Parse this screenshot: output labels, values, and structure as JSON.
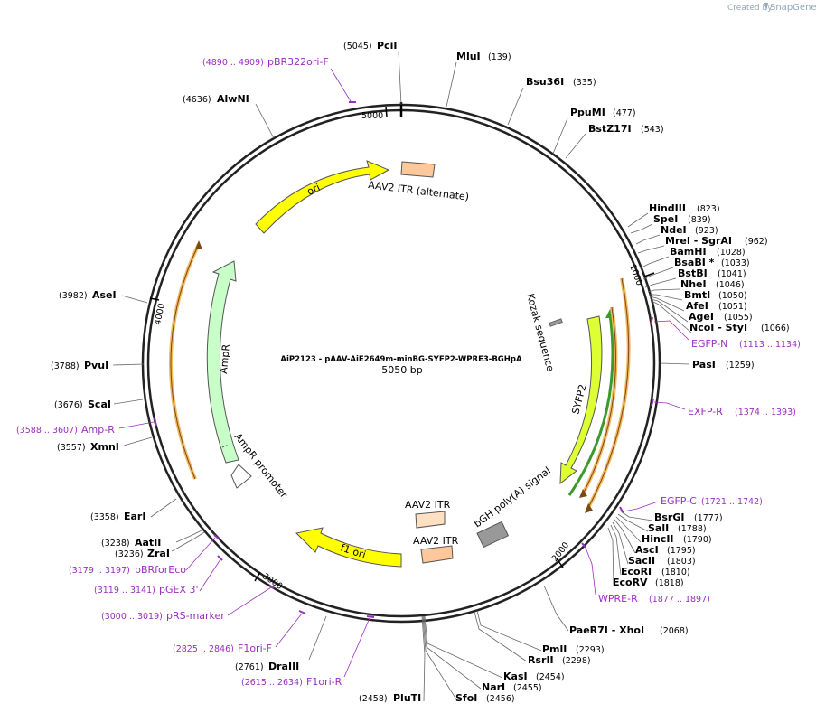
{
  "branding": {
    "created_by": "Created by",
    "product": "SnapGene"
  },
  "plasmid": {
    "name": "AiP2123 - pAAV-AiE2649m-minBG-SYFP2-WPRE3-BGHpA",
    "size_label": "5050 bp",
    "length": 5050
  },
  "ticks": [
    {
      "pos": 1000,
      "label": "1000"
    },
    {
      "pos": 2000,
      "label": "2000"
    },
    {
      "pos": 3000,
      "label": "3000"
    },
    {
      "pos": 4000,
      "label": "4000"
    },
    {
      "pos": 5000,
      "label": "5000"
    }
  ],
  "enzymes": [
    {
      "name": "PciI",
      "pos": "(5045)",
      "side": "L"
    },
    {
      "name": "MluI",
      "pos": "(139)",
      "side": "R"
    },
    {
      "name": "Bsu36I",
      "pos": "(335)",
      "side": "R"
    },
    {
      "name": "PpuMI",
      "pos": "(477)",
      "side": "R"
    },
    {
      "name": "BstZ17I",
      "pos": "(543)",
      "side": "R"
    },
    {
      "name": "HindIII",
      "pos": "(823)",
      "side": "R"
    },
    {
      "name": "SpeI",
      "pos": "(839)",
      "side": "R"
    },
    {
      "name": "NdeI",
      "pos": "(923)",
      "side": "R"
    },
    {
      "name": "MreI - SgrAI",
      "pos": "(962)",
      "side": "R"
    },
    {
      "name": "BamHI",
      "pos": "(1028)",
      "side": "R"
    },
    {
      "name": "BsaBI *",
      "pos": "(1033)",
      "side": "R"
    },
    {
      "name": "BstBI",
      "pos": "(1041)",
      "side": "R"
    },
    {
      "name": "NheI",
      "pos": "(1046)",
      "side": "R"
    },
    {
      "name": "BmtI",
      "pos": "(1050)",
      "side": "R"
    },
    {
      "name": "AfeI",
      "pos": "(1051)",
      "side": "R"
    },
    {
      "name": "AgeI",
      "pos": "(1055)",
      "side": "R"
    },
    {
      "name": "NcoI - StyI",
      "pos": "(1066)",
      "side": "R"
    },
    {
      "name": "PasI",
      "pos": "(1259)",
      "side": "R"
    },
    {
      "name": "BsrGI",
      "pos": "(1777)",
      "side": "R"
    },
    {
      "name": "SalI",
      "pos": "(1788)",
      "side": "R"
    },
    {
      "name": "HincII",
      "pos": "(1790)",
      "side": "R"
    },
    {
      "name": "AscI",
      "pos": "(1795)",
      "side": "R"
    },
    {
      "name": "SacII",
      "pos": "(1803)",
      "side": "R"
    },
    {
      "name": "EcoRI",
      "pos": "(1810)",
      "side": "R"
    },
    {
      "name": "EcoRV",
      "pos": "(1818)",
      "side": "R"
    },
    {
      "name": "PaeR7I - XhoI",
      "pos": "(2068)",
      "side": "R"
    },
    {
      "name": "PmlI",
      "pos": "(2293)",
      "side": "L"
    },
    {
      "name": "RsrII",
      "pos": "(2298)",
      "side": "L"
    },
    {
      "name": "KasI",
      "pos": "(2454)",
      "side": "L"
    },
    {
      "name": "NarI",
      "pos": "(2455)",
      "side": "L"
    },
    {
      "name": "SfoI",
      "pos": "(2456)",
      "side": "L"
    },
    {
      "name": "PluTI",
      "pos": "(2458)",
      "side": "L"
    },
    {
      "name": "DraIII",
      "pos": "(2761)",
      "side": "L"
    },
    {
      "name": "ZraI",
      "pos": "(3236)",
      "side": "L"
    },
    {
      "name": "AatII",
      "pos": "(3238)",
      "side": "L"
    },
    {
      "name": "EarI",
      "pos": "(3358)",
      "side": "L"
    },
    {
      "name": "XmnI",
      "pos": "(3557)",
      "side": "L"
    },
    {
      "name": "ScaI",
      "pos": "(3676)",
      "side": "L"
    },
    {
      "name": "PvuI",
      "pos": "(3788)",
      "side": "L"
    },
    {
      "name": "AseI",
      "pos": "(3982)",
      "side": "L"
    },
    {
      "name": "AlwNI",
      "pos": "(4636)",
      "side": "L"
    }
  ],
  "primers": [
    {
      "name": "pBR322ori-F",
      "range": "(4890 .. 4909)",
      "side": "L"
    },
    {
      "name": "EGFP-N",
      "range": "(1113 .. 1134)",
      "side": "R"
    },
    {
      "name": "EXFP-R",
      "range": "(1374 .. 1393)",
      "side": "R"
    },
    {
      "name": "EGFP-C",
      "range": "(1721 .. 1742)",
      "side": "R"
    },
    {
      "name": "WPRE-R",
      "range": "(1877 .. 1897)",
      "side": "R"
    },
    {
      "name": "Amp-R",
      "range": "(3588 .. 3607)",
      "side": "L"
    },
    {
      "name": "pBRforEco",
      "range": "(3179 .. 3197)",
      "side": "L"
    },
    {
      "name": "pGEX 3'",
      "range": "(3119 .. 3141)",
      "side": "L"
    },
    {
      "name": "pRS-marker",
      "range": "(3000 .. 3019)",
      "side": "L"
    },
    {
      "name": "F1ori-F",
      "range": "(2825 .. 2846)",
      "side": "L"
    },
    {
      "name": "F1ori-R",
      "range": "(2615 .. 2634)",
      "side": "L"
    }
  ],
  "features": [
    {
      "name": "ori",
      "color": "#ffff00"
    },
    {
      "name": "AAV2 ITR (alternate)",
      "color": "#ffc89a"
    },
    {
      "name": "Kozak sequence",
      "color": "#999999"
    },
    {
      "name": "SYFP2",
      "color": "#ddff33"
    },
    {
      "name": "bGH poly(A) signal",
      "color": "#999999"
    },
    {
      "name": "AAV2 ITR",
      "color": "#ffe0c0"
    },
    {
      "name": "AAV2 ITR",
      "color": "#ffc89a"
    },
    {
      "name": "f1 ori",
      "color": "#ffff00"
    },
    {
      "name": "AmpR",
      "color": "#c8ffc8"
    },
    {
      "name": "AmpR promoter",
      "color": "#ffffff"
    }
  ],
  "colors": {
    "backbone": "#222222",
    "primer": "#9a2fbf",
    "orf": "#f4b860",
    "green_orf": "#3a9a2a"
  }
}
